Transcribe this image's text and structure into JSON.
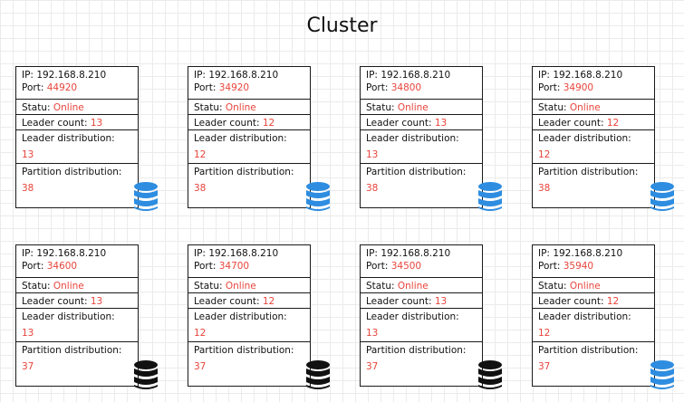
{
  "title": "Cluster",
  "labels": {
    "ip": "IP:",
    "port": "Port:",
    "status": "Statu:",
    "leader_count": "Leader count:",
    "leader_distribution": "Leader distribution:",
    "partition_distribution": "Partition distribution:"
  },
  "colors": {
    "value": "#e8453c",
    "db_blue": "#2e8de0",
    "db_black": "#111111"
  },
  "nodes": [
    {
      "ip": "192.168.8.210",
      "port": "44920",
      "status": "Online",
      "leader_count": "13",
      "leader_distribution": "13",
      "partition_distribution": "38",
      "db_icon": "database-icon-blue"
    },
    {
      "ip": "192.168.8.210",
      "port": "34920",
      "status": "Online",
      "leader_count": "12",
      "leader_distribution": "12",
      "partition_distribution": "38",
      "db_icon": "database-icon-blue"
    },
    {
      "ip": "192.168.8.210",
      "port": "34800",
      "status": "Online",
      "leader_count": "13",
      "leader_distribution": "13",
      "partition_distribution": "38",
      "db_icon": "database-icon-blue"
    },
    {
      "ip": "192.168.8.210",
      "port": "34900",
      "status": "Online",
      "leader_count": "12",
      "leader_distribution": "12",
      "partition_distribution": "38",
      "db_icon": "database-icon-blue"
    },
    {
      "ip": "192.168.8.210",
      "port": "34600",
      "status": "Online",
      "leader_count": "13",
      "leader_distribution": "13",
      "partition_distribution": "37",
      "db_icon": "database-icon-black"
    },
    {
      "ip": "192.168.8.210",
      "port": "34700",
      "status": "Online",
      "leader_count": "12",
      "leader_distribution": "12",
      "partition_distribution": "37",
      "db_icon": "database-icon-black"
    },
    {
      "ip": "192.168.8.210",
      "port": "34500",
      "status": "Online",
      "leader_count": "13",
      "leader_distribution": "13",
      "partition_distribution": "37",
      "db_icon": "database-icon-black"
    },
    {
      "ip": "192.168.8.210",
      "port": "35940",
      "status": "Online",
      "leader_count": "12",
      "leader_distribution": "12",
      "partition_distribution": "37",
      "db_icon": "database-icon-blue"
    }
  ]
}
